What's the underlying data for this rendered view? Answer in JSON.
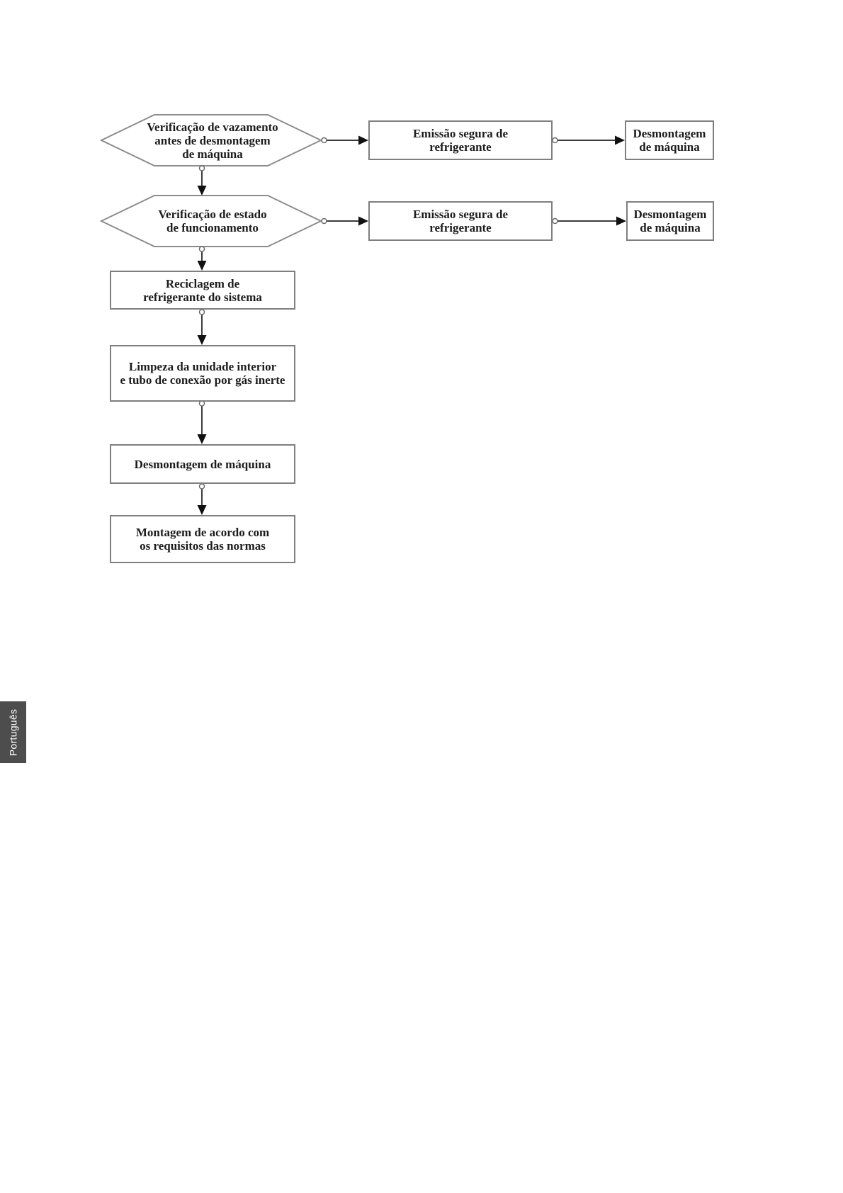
{
  "page": {
    "language_tab": "Português"
  },
  "flowchart": {
    "nodes": {
      "leak_check": "Verificação de vazamento\nantes de desmontagem\nde máquina",
      "safe_emission_1": "Emissão segura de\nrefrigerante",
      "machine_disassembly_1": "Desmontagem\nde máquina",
      "state_check": "Verificação de estado\nde funcionamento",
      "safe_emission_2": "Emissão segura de\nrefrigerante",
      "machine_disassembly_2": "Desmontagem\nde máquina",
      "recycling": "Reciclagem de\nrefrigerante do sistema",
      "cleaning": "Limpeza da unidade interior\ne tubo de conexão por gás inerte",
      "machine_disassembly_3": "Desmontagem de máquina",
      "assembly": "Montagem de acordo com\nos requisitos das normas"
    },
    "edges": [
      {
        "from": "leak_check",
        "to": "safe_emission_1"
      },
      {
        "from": "safe_emission_1",
        "to": "machine_disassembly_1"
      },
      {
        "from": "leak_check",
        "to": "state_check"
      },
      {
        "from": "state_check",
        "to": "safe_emission_2"
      },
      {
        "from": "safe_emission_2",
        "to": "machine_disassembly_2"
      },
      {
        "from": "state_check",
        "to": "recycling"
      },
      {
        "from": "recycling",
        "to": "cleaning"
      },
      {
        "from": "cleaning",
        "to": "machine_disassembly_3"
      },
      {
        "from": "machine_disassembly_3",
        "to": "assembly"
      }
    ],
    "colors": {
      "shape_border": "#7f7f7f",
      "hexagon_border": "#8c8c8c",
      "arrow": "#3c3c3c",
      "text": "#1c1c1c",
      "tab_background": "#4d4d4d",
      "tab_text": "#ffffff"
    }
  }
}
